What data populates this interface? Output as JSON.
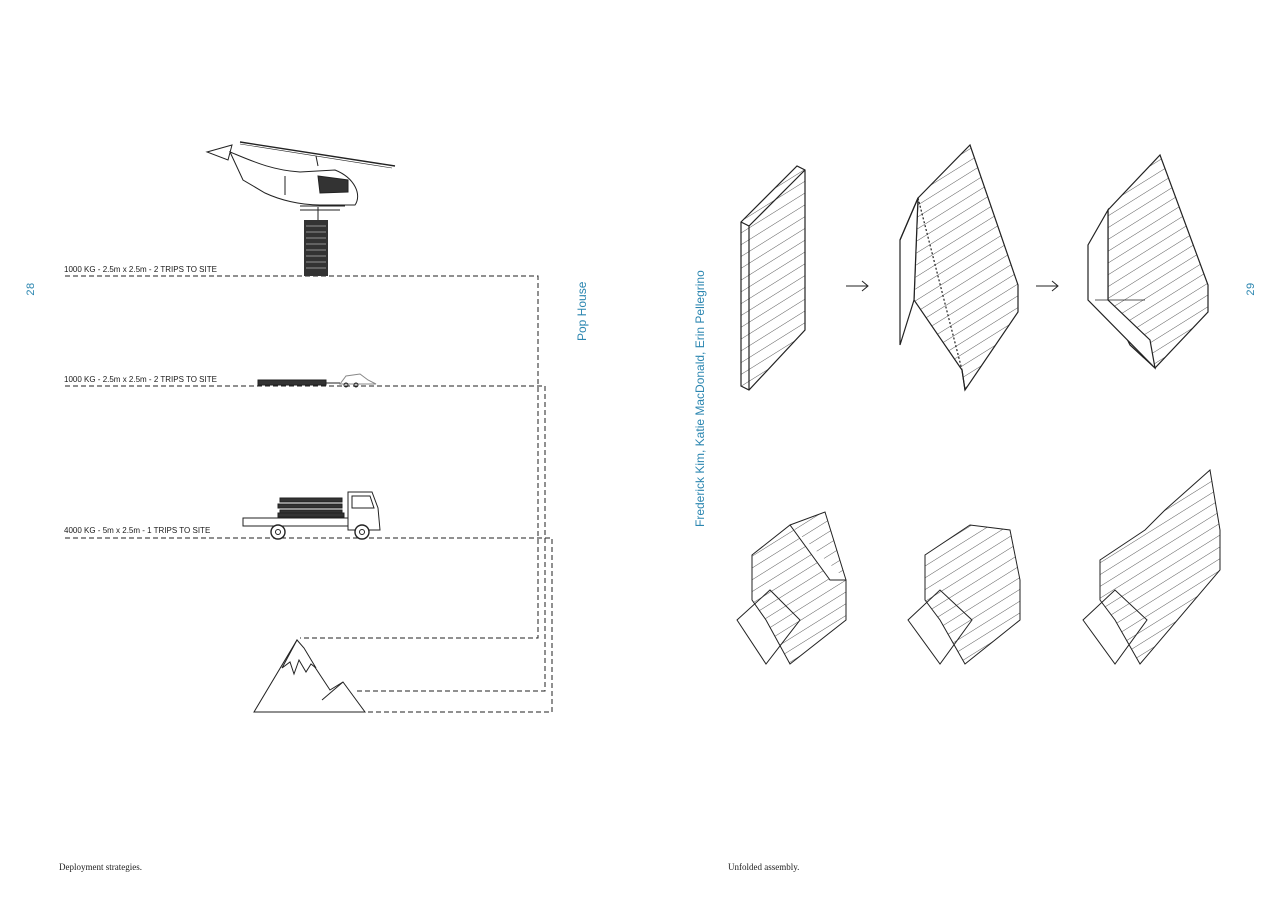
{
  "left_page": {
    "page_number": "28",
    "project_title": "Pop House",
    "caption": "Deployment strategies.",
    "routes": [
      {
        "label": "1000 KG  -  2.5m x 2.5m  -  2 TRIPS TO SITE",
        "vehicle": "helicopter-icon"
      },
      {
        "label": "1000 KG  -  2.5m x 2.5m  -  2 TRIPS TO SITE",
        "vehicle": "snowmobile-trailer-icon"
      },
      {
        "label": "4000 KG  - 5m x 2.5m  -  1 TRIPS TO SITE",
        "vehicle": "flatbed-truck-icon"
      }
    ],
    "destination": "mountain-icon"
  },
  "right_page": {
    "page_number": "29",
    "authors": "Frederick Kim, Katie MacDonald, Erin Pellegrino",
    "caption": "Unfolded assembly.",
    "arrow_icon": "right-arrow-icon"
  },
  "accent_color": "#2b86b0"
}
